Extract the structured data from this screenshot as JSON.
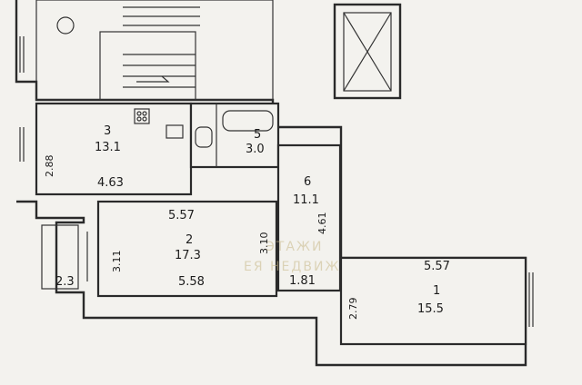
{
  "rooms": [
    {
      "id": "3",
      "area": "13.1"
    },
    {
      "id": "5",
      "area": "3.0"
    },
    {
      "id": "6",
      "area": "11.1"
    },
    {
      "id": "2",
      "area": "17.3"
    },
    {
      "id": "1",
      "area": "15.5"
    }
  ],
  "dims": {
    "r3_side": "2.88",
    "r3_bottom": "4.63",
    "r2_top": "5.57",
    "r2_left": "3.11",
    "r2_right": "3.10",
    "r2_bottom": "5.58",
    "hall_side": "4.61",
    "hall_bottom": "1.81",
    "r1_top": "5.57",
    "r1_left": "2.79",
    "balcony": "2.3"
  },
  "watermark": {
    "line1": "ЭТАЖИ",
    "line2": "ЕЯ НЕДВИЖ"
  }
}
